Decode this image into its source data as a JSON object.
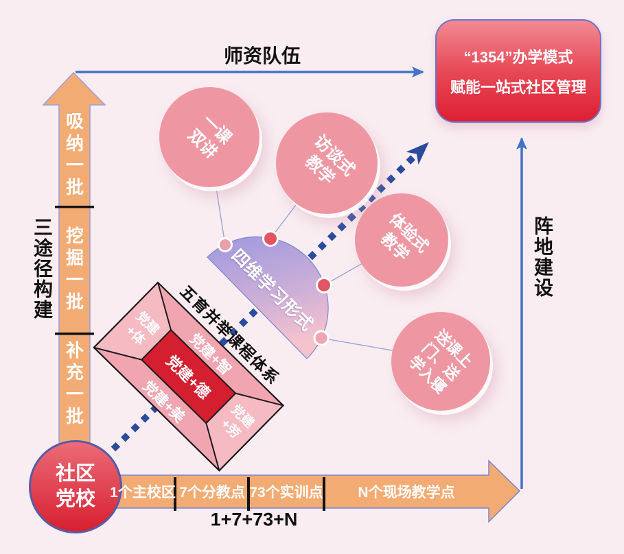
{
  "colors": {
    "background": "#f9edf2",
    "orange_arrow": "#f3ab74",
    "blue_line": "#4472c4",
    "navy_dotted": "#2b4b9d",
    "pink_circle": "#ee97a3",
    "deep_red": "#d31f30",
    "dome_purple": "#9f98df",
    "dome_pink": "#f6c3cd"
  },
  "labels": {
    "teacher_team": "师资队伍",
    "position_building": "阵地建设",
    "three_paths": "三途径构建",
    "formula": "1+7+73+N"
  },
  "result_box": {
    "line1": "“1354”办学模式",
    "line2": "赋能一站式社区管理"
  },
  "left_arrow": {
    "segments": [
      "吸纳一批",
      "挖掘一批",
      "补充一批"
    ]
  },
  "bottom_arrow": {
    "segments": [
      "1个主校区",
      "7个分教点",
      "73个实训点",
      "N个现场教学点"
    ]
  },
  "origin": {
    "line1": "社区",
    "line2": "党校"
  },
  "learning": {
    "title": "四维学习形式",
    "circles": [
      {
        "lines": [
          "一课",
          "双讲"
        ]
      },
      {
        "lines": [
          "访谈式",
          "教学"
        ]
      },
      {
        "lines": [
          "体验式",
          "教学"
        ]
      },
      {
        "lines": [
          "送课上",
          "门、送",
          "学入寝"
        ]
      }
    ]
  },
  "curriculum": {
    "title": "五育并举课程体系",
    "center": "党建+德",
    "top": "党建+智",
    "bottom": "党建+美",
    "left": [
      "党建",
      "+体"
    ],
    "right": [
      "党建",
      "+劳"
    ]
  }
}
